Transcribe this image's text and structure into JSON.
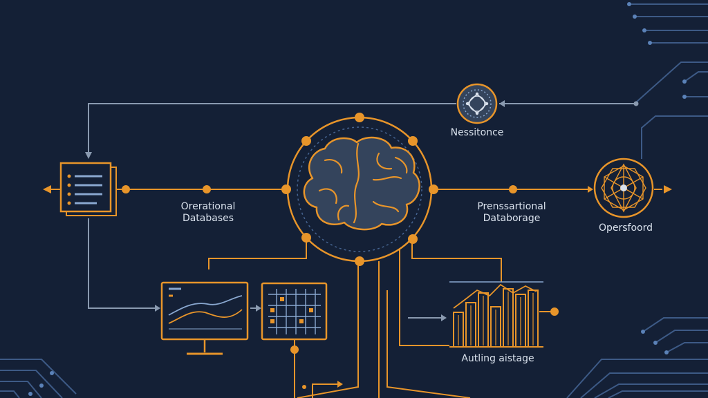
{
  "diagram": {
    "labels": {
      "operational": [
        "Orerational",
        "Databases"
      ],
      "prenssartional": [
        "Prenssartional",
        "Databorage"
      ],
      "nessitonce": "Nessitonce",
      "opersfoord": "Opersfoord",
      "auting": "Autling aistage"
    },
    "icons": [
      "brain-icon",
      "document-list-icon",
      "network-node-icon",
      "mandala-node-icon",
      "monitor-chart-icon",
      "grid-table-icon",
      "bar-chart-icon"
    ]
  },
  "colors": {
    "background": "#142036",
    "line_gray": "#8a9ab0",
    "line_orange": "#e8952a",
    "node_fill": "#34445c",
    "text": "#d9e1ec",
    "accent_blue": "#5b82b8"
  }
}
